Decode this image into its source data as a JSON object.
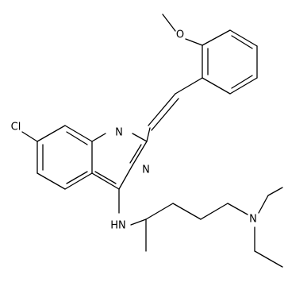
{
  "molecule": {
    "atoms": {
      "oxygen": "O",
      "chlorine": "Cl",
      "n_ring_top": "N",
      "n_ring_bottom": "N",
      "n_amine": "HN",
      "n_diethyl": "N"
    }
  }
}
